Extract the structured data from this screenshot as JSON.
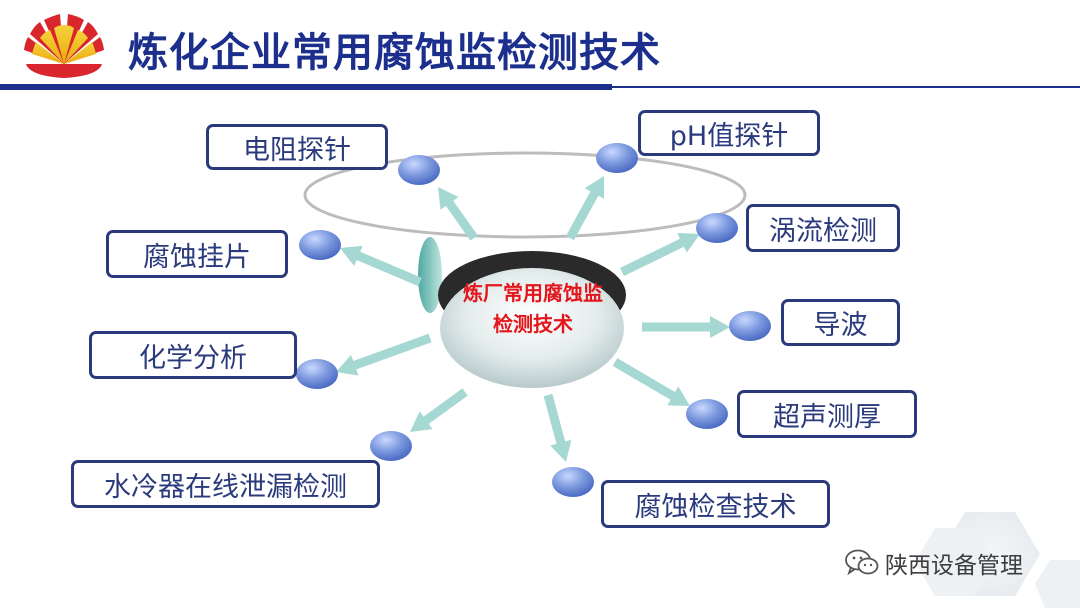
{
  "slide": {
    "title": "炼化企业常用腐蚀监检测技术",
    "center_label": "炼厂常用腐蚀监检测技术",
    "techniques": [
      {
        "id": "er",
        "label": "电阻探针"
      },
      {
        "id": "ph",
        "label": "pH值探针"
      },
      {
        "id": "eddy",
        "label": "涡流检测"
      },
      {
        "id": "coupon",
        "label": "腐蚀挂片"
      },
      {
        "id": "guided",
        "label": "导波"
      },
      {
        "id": "chem",
        "label": "化学分析"
      },
      {
        "id": "ut",
        "label": "超声测厚"
      },
      {
        "id": "cooler",
        "label": "水冷器在线泄漏检测"
      },
      {
        "id": "inspect",
        "label": "腐蚀检查技术"
      }
    ],
    "watermark": "陕西设备管理"
  },
  "colors": {
    "title": "#1c2f8c",
    "box_border": "#2a3a7c",
    "center_text": "#e4161c",
    "node": "#6f8fd8",
    "arrow": "#a5d8d2",
    "logo_red": "#d9262c",
    "logo_yellow": "#f4c418"
  },
  "icons": {
    "logo": "petrochina-sunflower-logo",
    "watermark": "wechat-icon"
  }
}
